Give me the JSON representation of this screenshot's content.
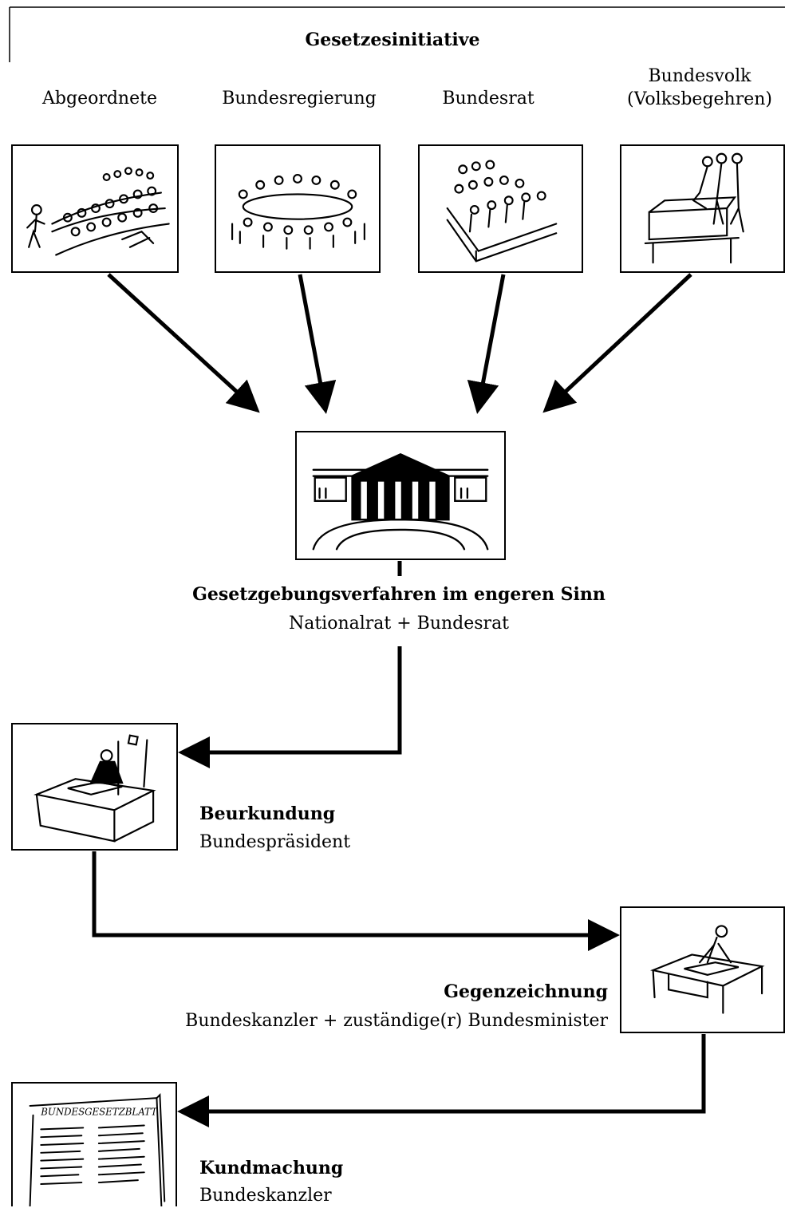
{
  "header": {
    "title": "Gesetzesinitiative"
  },
  "initiators": [
    {
      "label": "Abgeordnete",
      "icon": "parliament-seating-icon"
    },
    {
      "label": "Bundesregierung",
      "icon": "round-table-meeting-icon"
    },
    {
      "label": "Bundesrat",
      "icon": "council-benches-icon"
    },
    {
      "label": "Bundesvolk",
      "label2": "(Volksbegehren)",
      "icon": "ballot-box-icon"
    }
  ],
  "steps": {
    "parliament": {
      "title": "Gesetzgebungsverfahren im engeren Sinn",
      "subtitle": "Nationalrat + Bundesrat",
      "icon": "parliament-building-icon"
    },
    "certification": {
      "title": "Beurkundung",
      "subtitle": "Bundespräsident",
      "icon": "president-desk-icon"
    },
    "countersignature": {
      "title": "Gegenzeichnung",
      "subtitle": "Bundeskanzler + zuständige(r) Bundesminister",
      "icon": "signing-desk-icon"
    },
    "promulgation": {
      "title": "Kundmachung",
      "subtitle": "Bundeskanzler",
      "icon": "law-gazette-icon",
      "gazette_label": "BUNDESGESETZBLATT"
    }
  },
  "colors": {
    "line": "#000000",
    "background": "#ffffff"
  }
}
